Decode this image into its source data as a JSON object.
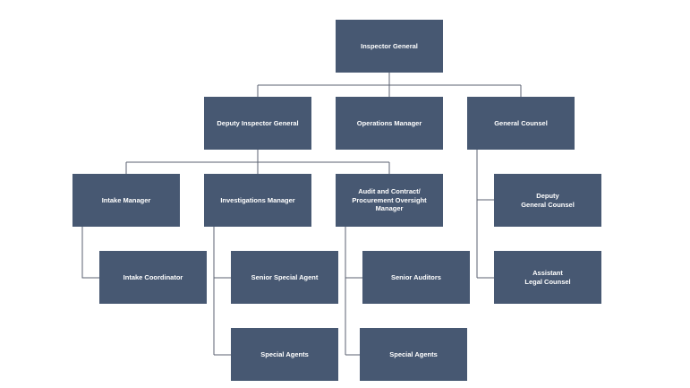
{
  "colors": {
    "box": "#475872",
    "text": "#ffffff",
    "line": "#5b6270"
  },
  "nodes": {
    "inspector_general": "Inspector General",
    "deputy_inspector_general": "Deputy Inspector General",
    "operations_manager": "Operations Manager",
    "general_counsel": "General Counsel",
    "intake_manager": "Intake Manager",
    "investigations_manager": "Investigations Manager",
    "audit_manager": "Audit and Contract/\nProcurement Oversight\nManager",
    "deputy_general_counsel": "Deputy\nGeneral Counsel",
    "intake_coordinator": "Intake Coordinator",
    "senior_special_agent": "Senior Special Agent",
    "senior_auditors": "Senior Auditors",
    "assistant_legal_counsel": "Assistant\nLegal Counsel",
    "special_agents_investigations": "Special Agents",
    "special_agents_audit": "Special Agents"
  }
}
